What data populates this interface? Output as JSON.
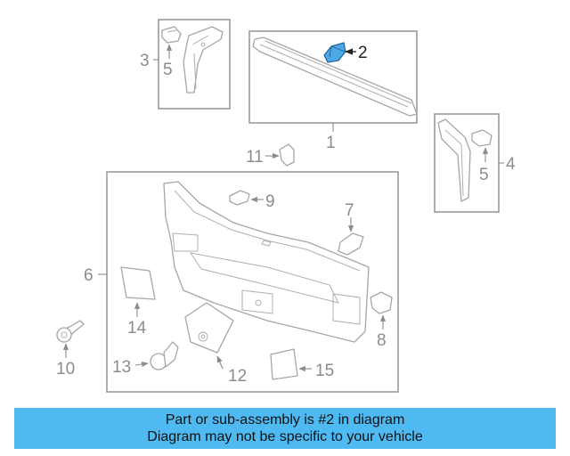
{
  "callouts": {
    "c1": "1",
    "c2": "2",
    "c3": "3",
    "c4": "4",
    "c5a": "5",
    "c5b": "5",
    "c6": "6",
    "c7": "7",
    "c8": "8",
    "c9": "9",
    "c10": "10",
    "c11": "11",
    "c12": "12",
    "c13": "13",
    "c14": "14",
    "c15": "15"
  },
  "highlight_color": "#4fa8e6",
  "banner": {
    "line1": "Part or sub-assembly is #2 in diagram",
    "line2": "Diagram may not be specific to your vehicle",
    "color": "#4fbaf2"
  }
}
